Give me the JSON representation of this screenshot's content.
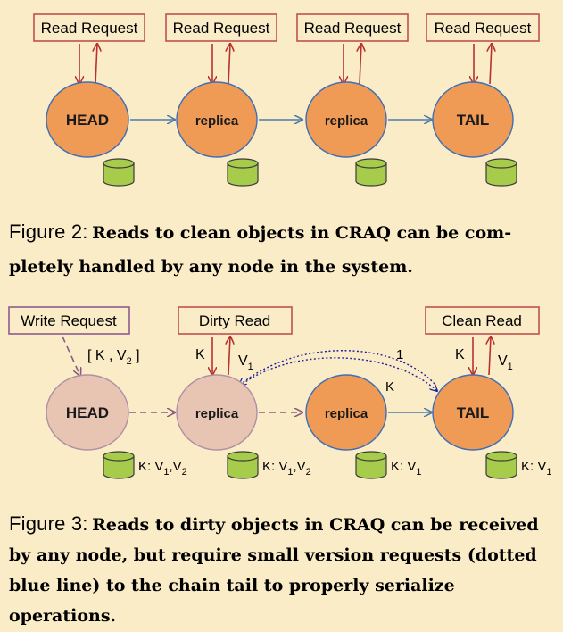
{
  "figure2": {
    "requests": [
      "Read Request",
      "Read Request",
      "Read Request",
      "Read Request"
    ],
    "nodes": [
      "HEAD",
      "replica",
      "replica",
      "TAIL"
    ],
    "caption_label": "Figure 2:",
    "caption_text": "Reads to clean objects in CRAQ can be com-pletely handled by any node in the system."
  },
  "figure3": {
    "write_request": "Write Request",
    "dirty_read": "Dirty Read",
    "clean_read": "Clean Read",
    "write_label": "[ K , V",
    "write_label_sub": "2",
    "write_label_end": " ]",
    "dirty_k": "K",
    "dirty_v": "V",
    "dirty_v_sub": "1",
    "clean_k": "K",
    "clean_v": "V",
    "clean_v_sub": "1",
    "version_reply": "1",
    "version_query": "K",
    "nodes": [
      "HEAD",
      "replica",
      "replica",
      "TAIL"
    ],
    "stores": [
      {
        "prefix": "K: V",
        "s1": "1",
        "mid": ",V",
        "s2": "2"
      },
      {
        "prefix": "K: V",
        "s1": "1",
        "mid": ",V",
        "s2": "2"
      },
      {
        "prefix": "K: V",
        "s1": "1",
        "mid": "",
        "s2": ""
      },
      {
        "prefix": "K: V",
        "s1": "1",
        "mid": "",
        "s2": ""
      }
    ],
    "caption_label": "Figure 3:",
    "caption_text": "Reads to dirty objects in CRAQ can be received by any node, but require small version requests (dotted blue line) to the chain tail to properly serialize operations."
  },
  "colors": {
    "background": "#FBECC8",
    "node_fill": "#EF9A55",
    "node_fill_dim": "#E8C4B2",
    "node_stroke": "#3F6FB5",
    "request_box": "#C0504D",
    "write_box": "#8E5C8C",
    "red_arrow": "#B8322E",
    "chain_arrow": "#4F7BA8",
    "dim_arrow": "#8A5A80",
    "disk": "#A7CC4C",
    "dotted": "#1F1FA0"
  }
}
